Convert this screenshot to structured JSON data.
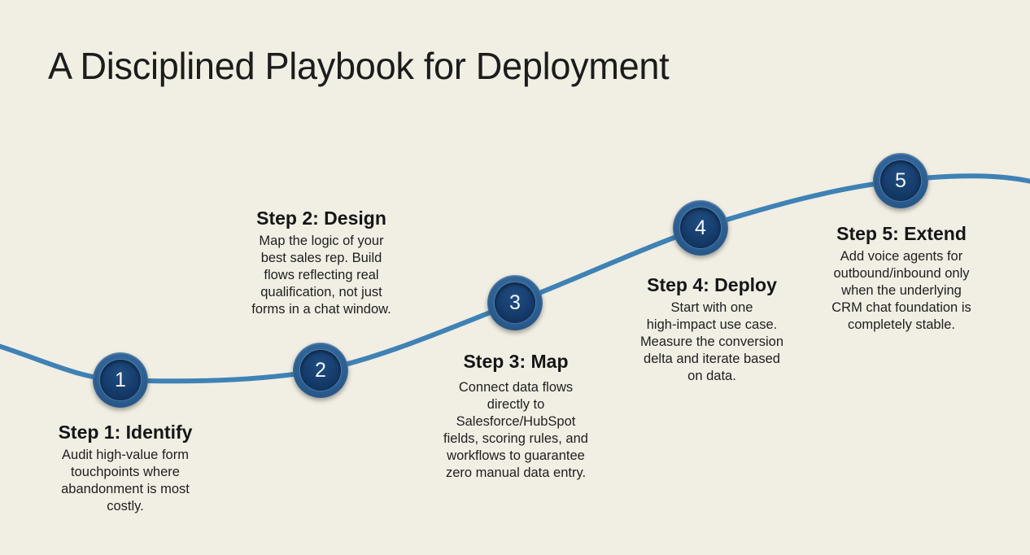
{
  "title": "A Disciplined Playbook for Deployment",
  "colors": {
    "background": "#f1eee3",
    "path": "#3f82b5",
    "node_outer": "#2d5f92",
    "node_inner": "#153a68",
    "node_number": "#f3f6fa"
  },
  "steps": [
    {
      "number": "1",
      "heading": "Step 1: Identify",
      "lines": [
        "Audit high-value form",
        "touchpoints where",
        "abandonment is most",
        "costly."
      ]
    },
    {
      "number": "2",
      "heading": "Step 2: Design",
      "lines": [
        "Map the logic of your",
        "best sales rep. Build",
        "flows reflecting real",
        "qualification, not just",
        "forms in a chat window."
      ]
    },
    {
      "number": "3",
      "heading": "Step 3: Map",
      "lines": [
        "Connect data flows",
        "directly to",
        "Salesforce/HubSpot",
        "fields, scoring rules, and",
        "workflows to guarantee",
        "zero manual data entry."
      ]
    },
    {
      "number": "4",
      "heading": "Step 4: Deploy",
      "lines": [
        "Start with one",
        "high-impact use case.",
        "Measure the conversion",
        "delta and iterate based",
        "on data."
      ]
    },
    {
      "number": "5",
      "heading": "Step 5: Extend",
      "lines": [
        "Add voice agents for",
        "outbound/inbound only",
        "when the underlying",
        "CRM chat foundation is",
        "completely stable."
      ]
    }
  ]
}
